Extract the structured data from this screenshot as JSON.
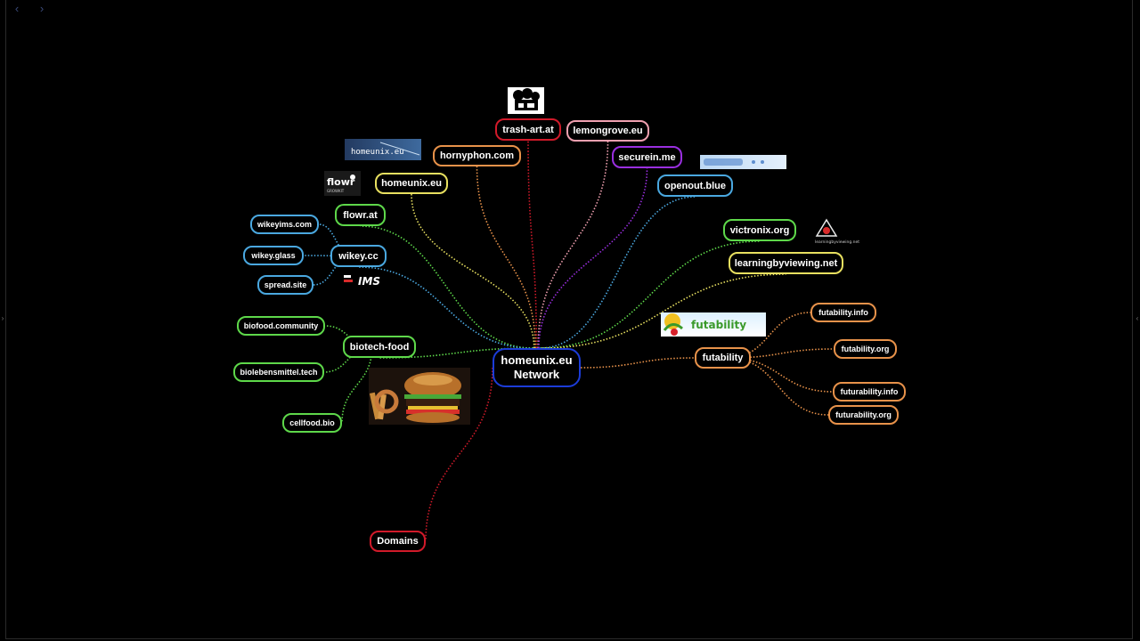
{
  "colors": {
    "background": "#000000",
    "red": "#d11a2a",
    "orange": "#e8924a",
    "pink": "#f0a0b0",
    "purple": "#9a2fe0",
    "blue": "#4aa8e0",
    "green": "#5ed84a",
    "yellow": "#e8e060",
    "root_border": "#1c3cd8"
  },
  "nav": {
    "back_glyph": "‹",
    "forward_glyph": "›",
    "left_edge_glyph": "›",
    "right_edge_glyph": "‹"
  },
  "mindmap": {
    "root": {
      "id": "root",
      "label": "homeunix.eu Network"
    },
    "nodes": [
      {
        "id": "trash",
        "label": "trash-art.at",
        "color": "red"
      },
      {
        "id": "lemon",
        "label": "lemongrove.eu",
        "color": "pink"
      },
      {
        "id": "horny",
        "label": "hornyphon.com",
        "color": "orange"
      },
      {
        "id": "securein",
        "label": "securein.me",
        "color": "purple"
      },
      {
        "id": "homeunix",
        "label": "homeunix.eu",
        "color": "yellow"
      },
      {
        "id": "openout",
        "label": "openout.blue",
        "color": "blue"
      },
      {
        "id": "flowr",
        "label": "flowr.at",
        "color": "green"
      },
      {
        "id": "victronix",
        "label": "victronix.org",
        "color": "green"
      },
      {
        "id": "wikeyims",
        "label": "wikeyims.com",
        "color": "blue"
      },
      {
        "id": "wikeycc",
        "label": "wikey.cc",
        "color": "blue"
      },
      {
        "id": "wikeyglass",
        "label": "wikey.glass",
        "color": "blue"
      },
      {
        "id": "learning",
        "label": "learningbyviewing.net",
        "color": "yellow"
      },
      {
        "id": "spread",
        "label": "spread.site",
        "color": "blue"
      },
      {
        "id": "biofood",
        "label": "biofood.community",
        "color": "green"
      },
      {
        "id": "biotech",
        "label": "biotech-food",
        "color": "green"
      },
      {
        "id": "futinfo",
        "label": "futability.info",
        "color": "orange"
      },
      {
        "id": "futability",
        "label": "futability",
        "color": "orange"
      },
      {
        "id": "futorg",
        "label": "futability.org",
        "color": "orange"
      },
      {
        "id": "bioleben",
        "label": "biolebensmittel.tech",
        "color": "green"
      },
      {
        "id": "furinfo",
        "label": "futurability.info",
        "color": "orange"
      },
      {
        "id": "furorg",
        "label": "futurability.org",
        "color": "orange"
      },
      {
        "id": "cellfood",
        "label": "cellfood.bio",
        "color": "green"
      },
      {
        "id": "domains",
        "label": "Domains",
        "color": "red"
      }
    ],
    "links": [
      {
        "from": "root",
        "to": "trash",
        "color": "red"
      },
      {
        "from": "root",
        "to": "lemon",
        "color": "pink"
      },
      {
        "from": "root",
        "to": "horny",
        "color": "orange"
      },
      {
        "from": "root",
        "to": "securein",
        "color": "purple"
      },
      {
        "from": "root",
        "to": "homeunix",
        "color": "yellow"
      },
      {
        "from": "root",
        "to": "openout",
        "color": "blue"
      },
      {
        "from": "root",
        "to": "flowr",
        "color": "green"
      },
      {
        "from": "root",
        "to": "victronix",
        "color": "green"
      },
      {
        "from": "root",
        "to": "wikeycc",
        "color": "blue"
      },
      {
        "from": "root",
        "to": "learning",
        "color": "yellow"
      },
      {
        "from": "root",
        "to": "biotech",
        "color": "green"
      },
      {
        "from": "root",
        "to": "futability",
        "color": "orange"
      },
      {
        "from": "root",
        "to": "domains",
        "color": "red"
      },
      {
        "from": "wikeycc",
        "to": "wikeyims",
        "color": "blue"
      },
      {
        "from": "wikeycc",
        "to": "wikeyglass",
        "color": "blue"
      },
      {
        "from": "wikeycc",
        "to": "spread",
        "color": "blue"
      },
      {
        "from": "biotech",
        "to": "biofood",
        "color": "green"
      },
      {
        "from": "biotech",
        "to": "bioleben",
        "color": "green"
      },
      {
        "from": "biotech",
        "to": "cellfood",
        "color": "green"
      },
      {
        "from": "futability",
        "to": "futinfo",
        "color": "orange"
      },
      {
        "from": "futability",
        "to": "futorg",
        "color": "orange"
      },
      {
        "from": "futability",
        "to": "furinfo",
        "color": "orange"
      },
      {
        "from": "futability",
        "to": "furorg",
        "color": "orange"
      }
    ],
    "images": [
      {
        "id": "img-trash",
        "kind": "trash-art-logo"
      },
      {
        "id": "img-homeunix",
        "kind": "homeunix-banner",
        "text": "homeunix.eu"
      },
      {
        "id": "img-openout",
        "kind": "openout-banner"
      },
      {
        "id": "img-flowr",
        "kind": "flowr-logo",
        "text": "flowr",
        "subtext": "GROWKIT"
      },
      {
        "id": "img-learning",
        "kind": "learningbyviewing-logo",
        "text": "learningbyviewing.net"
      },
      {
        "id": "img-wikeyims",
        "kind": "wikeyims-logo",
        "text": "IMS"
      },
      {
        "id": "img-futability",
        "kind": "futability-banner",
        "text": "futability"
      },
      {
        "id": "img-burger",
        "kind": "burger-photo"
      }
    ]
  }
}
